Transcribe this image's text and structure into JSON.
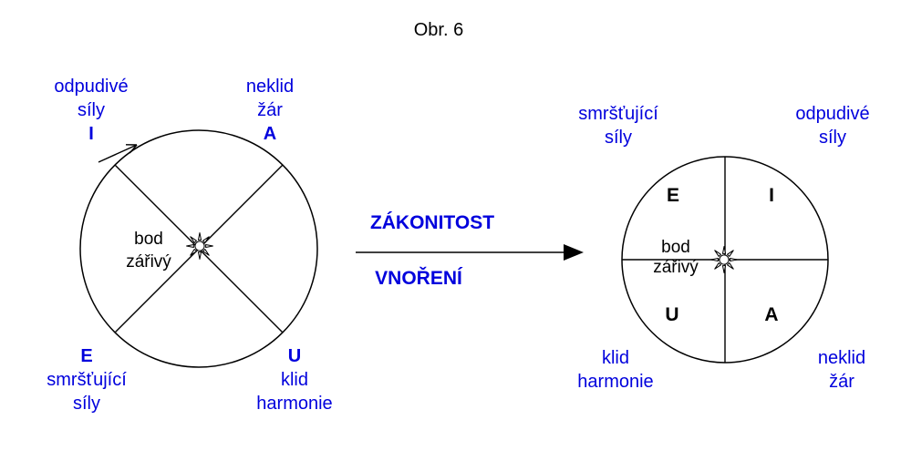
{
  "title": "Obr. 6",
  "colors": {
    "accent_blue": "#0000dd",
    "line_black": "#000000"
  },
  "transform": {
    "line1": "ZÁKONITOST",
    "line2": "VNOŘENÍ"
  },
  "left": {
    "center": {
      "line1": "bod",
      "line2": "zářivý"
    },
    "labels": {
      "top_left": {
        "line1": "odpudivé",
        "line2": "síly",
        "letter": "I"
      },
      "top_right": {
        "line1": "neklid",
        "line2": "žár",
        "letter": "A"
      },
      "bottom_left": {
        "letter": "E",
        "line1": "smršťující",
        "line2": "síly"
      },
      "bottom_right": {
        "letter": "U",
        "line1": "klid",
        "line2": "harmonie"
      }
    }
  },
  "right": {
    "center": {
      "line1": "bod",
      "line2": "zářivý"
    },
    "quadrants": {
      "top_left": "E",
      "top_right": "I",
      "bottom_left": "U",
      "bottom_right": "A"
    },
    "labels": {
      "top_left": {
        "line1": "smršťující",
        "line2": "síly"
      },
      "top_right": {
        "line1": "odpudivé",
        "line2": "síly"
      },
      "bottom_left": {
        "line1": "klid",
        "line2": "harmonie"
      },
      "bottom_right": {
        "line1": "neklid",
        "line2": "žár"
      }
    }
  }
}
